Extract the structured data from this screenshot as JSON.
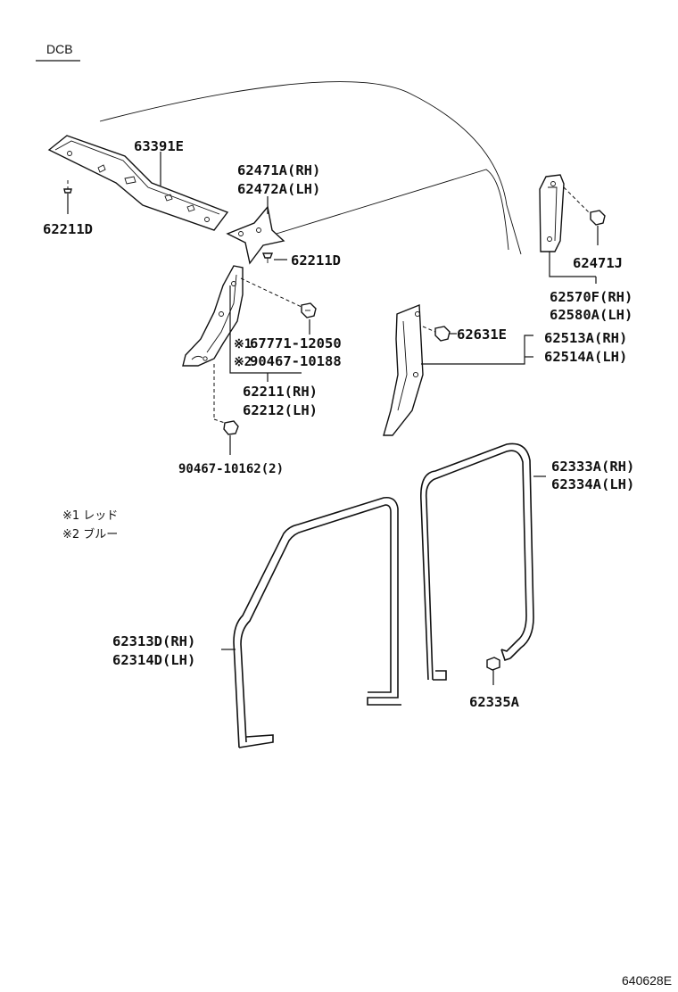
{
  "header": {
    "code": "DCB"
  },
  "labels": {
    "p63391e": "63391E",
    "p62211d_a": "62211D",
    "p62471a": "62471A(RH)",
    "p62472a": "62472A(LH)",
    "p62211d_b": "62211D",
    "p67771": "67771-12050",
    "p90467_a": "90467-10188",
    "p62211": "62211(RH)",
    "p62212": "62212(LH)",
    "p90467_b": "90467-10162(2)",
    "p62631e": "62631E",
    "p62513a": "62513A(RH)",
    "p62514a": "62514A(LH)",
    "p62471j": "62471J",
    "p62570f": "62570F(RH)",
    "p62580a": "62580A(LH)",
    "p62333a": "62333A(RH)",
    "p62334a": "62334A(LH)",
    "p62313d": "62313D(RH)",
    "p62314d": "62314D(LH)",
    "p62335a": "62335A"
  },
  "marks": {
    "m1": "※1",
    "m2": "※2"
  },
  "notes": {
    "n1": "※1 レッド",
    "n2": "※2 ブルー"
  },
  "footer": {
    "code": "640628E"
  }
}
